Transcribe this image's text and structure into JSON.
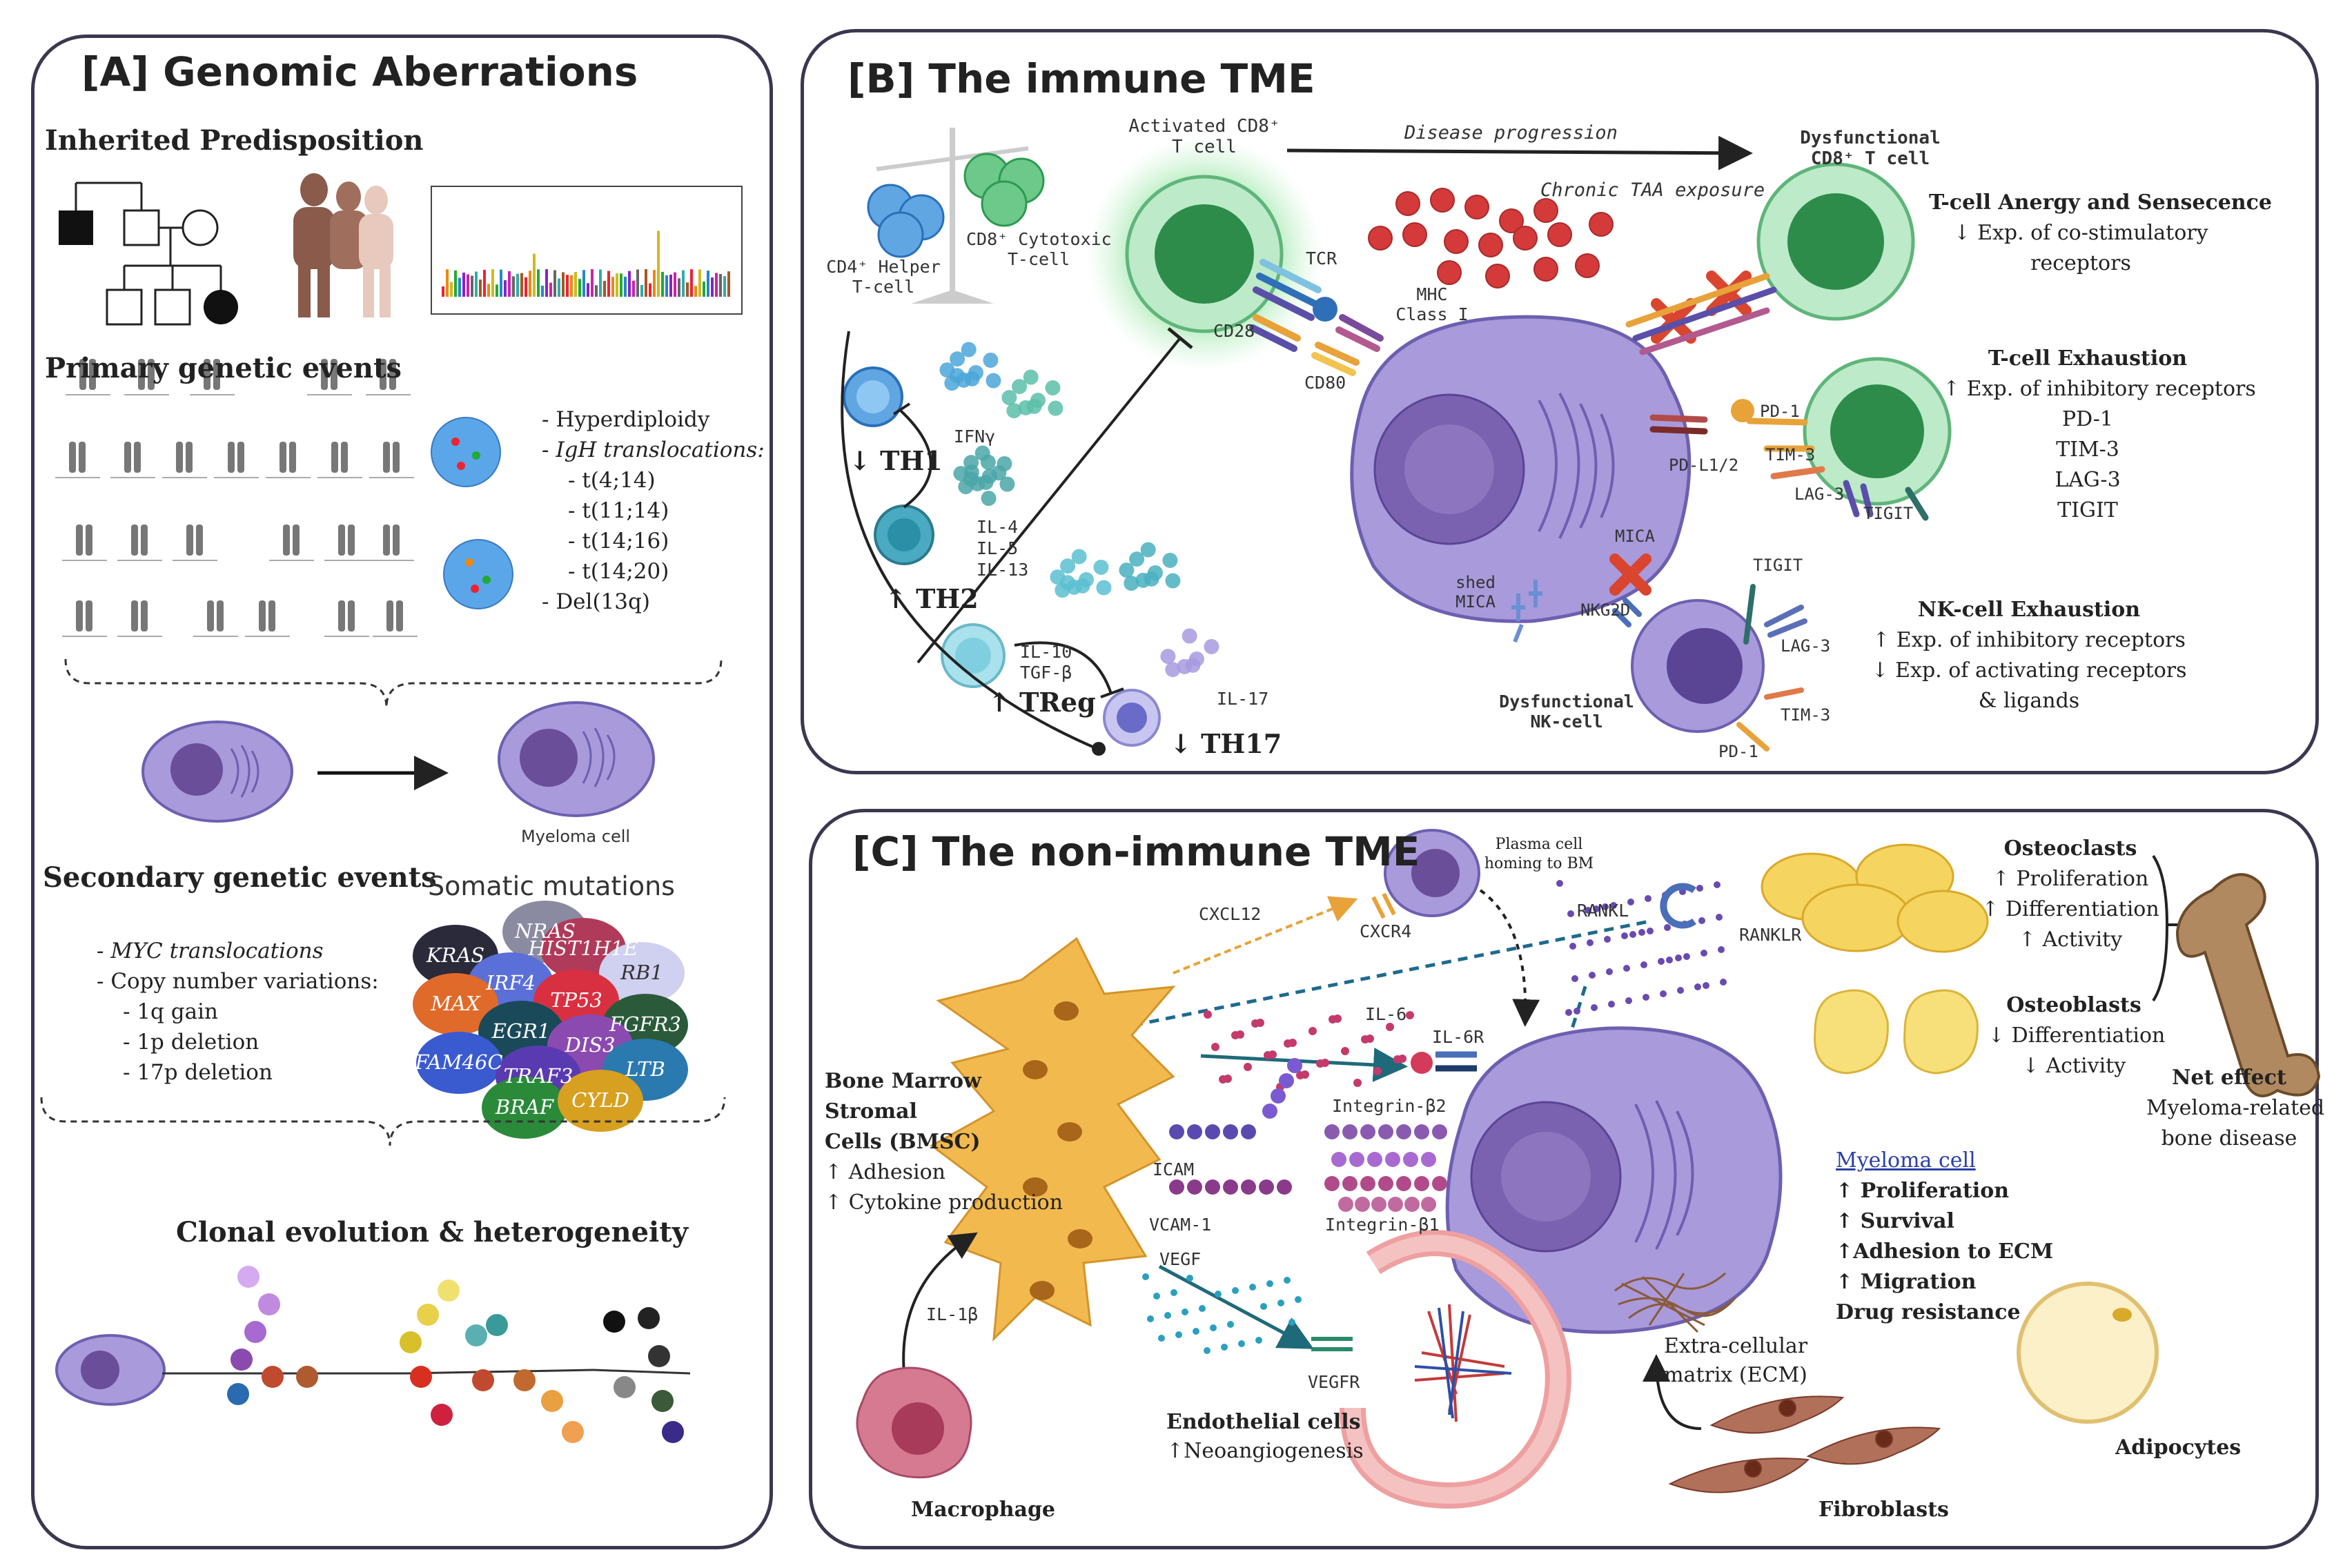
{
  "panelA": {
    "title": "[A] Genomic Aberrations",
    "inherited": "Inherited Predisposition",
    "primary": "Primary genetic events",
    "primary_list": [
      "- Hyperdiploidy",
      "- IgH translocations:",
      "- t(4;14)",
      "- t(11;14)",
      "- t(14;16)",
      "- t(14;20)",
      "- Del(13q)"
    ],
    "myeloma_cell": "Myeloma cell",
    "secondary": "Secondary genetic events",
    "secondary_list": [
      "- MYC translocations",
      "- Copy number variations:",
      "- 1q gain",
      "- 1p deletion",
      "- 17p deletion"
    ],
    "somatic": "Somatic mutations",
    "mutations": [
      "NRAS",
      "KRAS",
      "HIST1H1E",
      "IRF4",
      "RB1",
      "MAX",
      "TP53",
      "EGR1",
      "FGFR3",
      "DIS3",
      "FAM46C",
      "TRAF3",
      "LTB",
      "BRAF",
      "CYLD"
    ],
    "clonal": "Clonal evolution & heterogeneity"
  },
  "panelB": {
    "title": "[B] The immune TME",
    "activated": [
      "Activated CD8⁺",
      "T cell"
    ],
    "progression": "Disease progression",
    "dysfunctional_t": [
      "Dysfunctional",
      "CD8⁺ T cell"
    ],
    "chronic": "Chronic TAA exposure",
    "cd4": [
      "CD4⁺ Helper",
      "T-cell"
    ],
    "cd8cyto": [
      "CD8⁺ Cytotoxic",
      "T-cell"
    ],
    "tcr": "TCR",
    "mhc": [
      "MHC",
      "Class I"
    ],
    "cd28": "CD28",
    "cd80": "CD80",
    "anergy": {
      "title": "T-cell Anergy and Sensecence",
      "lines": [
        "↓ Exp. of co-stimulatory",
        "receptors"
      ]
    },
    "exhaustion": {
      "title": "T-cell Exhaustion",
      "lines": [
        "↑ Exp. of inhibitory receptors",
        "PD-1",
        "TIM-3",
        "LAG-3",
        "TIGIT"
      ]
    },
    "nk_exhaustion": {
      "title": "NK-cell Exhaustion",
      "lines": [
        "↑ Exp. of inhibitory receptors",
        "↓ Exp. of activating receptors",
        "& ligands"
      ]
    },
    "ifng": "IFNγ",
    "il4": [
      "IL-4",
      "IL-5",
      "IL-13"
    ],
    "il10": [
      "IL-10",
      "TGF-β"
    ],
    "il17": "IL-17",
    "th1": "↓ TH1",
    "th2": "↑ TH2",
    "treg": "↑ TReg",
    "th17": "↓ TH17",
    "pd1": "PD-1",
    "pdl1": "PD-L1/2",
    "tim3": "TIM-3",
    "lag3": "LAG-3",
    "tigit": "TIGIT",
    "mica": "MICA",
    "shed_mica": [
      "shed",
      "MICA"
    ],
    "nkg2d": "NKG2D",
    "nk_tigit": "TIGIT",
    "nk_lag3": "LAG-3",
    "nk_tim3": "TIM-3",
    "nk_pd1": "PD-1",
    "dysfunctional_nk": [
      "Dysfunctional",
      "NK-cell"
    ]
  },
  "panelC": {
    "title": "[C] The non-immune TME",
    "plasma_homing": [
      "Plasma cell",
      "homing to BM"
    ],
    "cxcl12": "CXCL12",
    "cxcr4": "CXCR4",
    "rankl": "RANKL",
    "ranklr": "RANKLR",
    "osteoclasts": {
      "title": "Osteoclasts",
      "lines": [
        "↑ Proliferation",
        "↑ Differentiation",
        "↑ Activity"
      ]
    },
    "osteoblasts": {
      "title": "Osteoblasts",
      "lines": [
        "↓ Differentiation",
        "↓ Activity"
      ]
    },
    "net_effect": {
      "title": "Net effect",
      "lines": [
        "Myeloma-related",
        "bone disease"
      ]
    },
    "bmsc": {
      "lines": [
        "Bone Marrow",
        "Stromal",
        "Cells (BMSC)"
      ],
      "sub": [
        "↑ Adhesion",
        "↑ Cytokine production"
      ]
    },
    "il6": "IL-6",
    "il6r": "IL-6R",
    "integrin_b2": "Integrin-β2",
    "icam": "ICAM",
    "vcam": "VCAM-1",
    "integrin_b1": "Integrin-β1",
    "vegf": "VEGF",
    "vegfr": "VEGFR",
    "il1b": "IL-1β",
    "macrophage": "Macrophage",
    "endothelial": {
      "title": "Endothelial cells",
      "sub": "↑Neoangiogenesis"
    },
    "ecm": [
      "Extra-cellular",
      "matrix (ECM)"
    ],
    "fibroblasts": "Fibroblasts",
    "adipocytes": "Adipocytes",
    "myeloma": {
      "title": "Myeloma cell",
      "lines": [
        "↑ Proliferation",
        "↑ Survival",
        "↑Adhesion to ECM",
        "↑ Migration",
        "Drug resistance"
      ]
    }
  },
  "colors": {
    "border": "#3a3750",
    "myeloma": "#9c8cd4",
    "tcell": "#8fd3a0",
    "stromal": "#f2b94e"
  }
}
